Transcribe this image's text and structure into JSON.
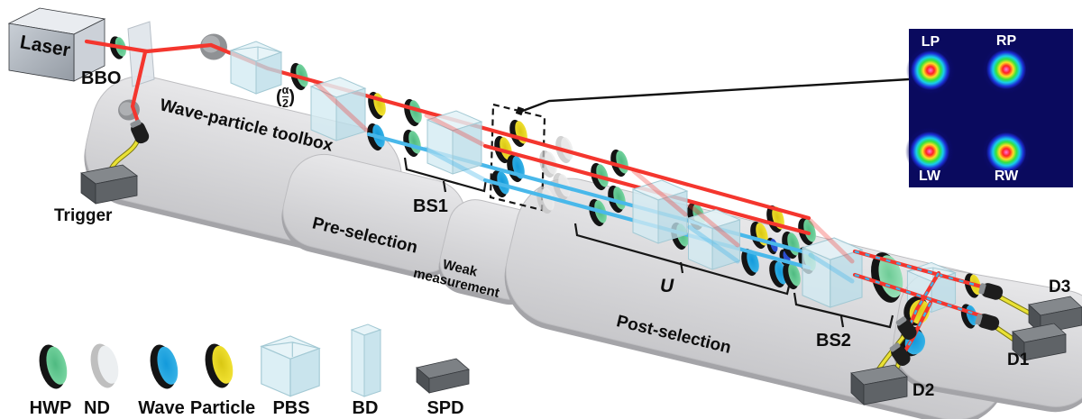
{
  "labels": {
    "laser": "Laser",
    "bbo": "BBO",
    "trigger": "Trigger",
    "toolbox": "Wave-particle toolbox",
    "alpha_open": "(",
    "alpha_num": "α",
    "alpha_den": "2",
    "alpha_close": ")",
    "preselection": "Pre-selection",
    "bs1": "BS1",
    "weak_line1": "Weak",
    "weak_line2": "measurement",
    "u": "U",
    "postselection": "Post-selection",
    "bs2": "BS2",
    "d1": "D1",
    "d2": "D2",
    "d3": "D3"
  },
  "inset": {
    "tl": "LP",
    "tr": "RP",
    "bl": "LW",
    "br": "RW"
  },
  "legend": {
    "items": [
      {
        "label": "HWP",
        "type": "half-wave-plate-disc"
      },
      {
        "label": "ND",
        "type": "neutral-density-disc"
      },
      {
        "label": "Wave",
        "type": "wave-disc"
      },
      {
        "label": "Particle",
        "type": "particle-disc"
      },
      {
        "label": "PBS",
        "type": "polarizing-beam-splitter-cube"
      },
      {
        "label": "BD",
        "type": "beam-displacer"
      },
      {
        "label": "SPD",
        "type": "single-photon-detector"
      }
    ]
  },
  "colors": {
    "beam_red": "#f4362e",
    "beam_blue": "#49b8ea",
    "hwp_green": "#5fc48c",
    "particle_yellow": "#e8d826",
    "wave_blue": "#2ba7dd",
    "fiber_yellow": "#e9e134",
    "inset_bg": "#0a0a5e",
    "platform_gray": "#d7d7d9",
    "cube_glass": "#cfe9f1"
  }
}
